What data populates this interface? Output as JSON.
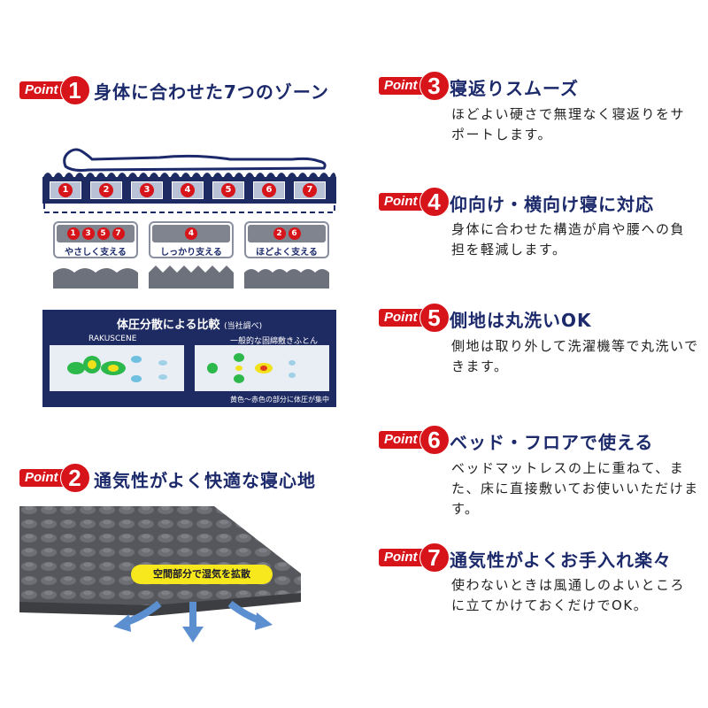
{
  "points": [
    {
      "label": "Point",
      "num": "1",
      "title": "身体に合わせた7つのゾーン",
      "desc": ""
    },
    {
      "label": "Point",
      "num": "2",
      "title": "通気性がよく快適な寝心地",
      "desc": ""
    },
    {
      "label": "Point",
      "num": "3",
      "title": "寝返りスムーズ",
      "desc": "ほどよい硬さで無理なく寝返りをサポートします。"
    },
    {
      "label": "Point",
      "num": "4",
      "title": "仰向け・横向け寝に対応",
      "desc": "身体に合わせた構造が肩や腰への負担を軽減します。"
    },
    {
      "label": "Point",
      "num": "5",
      "title": "側地は丸洗いOK",
      "desc": "側地は取り外して洗濯機等で丸洗いできます。"
    },
    {
      "label": "Point",
      "num": "6",
      "title": "ベッド・フロアで使える",
      "desc": "ベッドマットレスの上に重ねて、また、床に直接敷いてお使いいただけます。"
    },
    {
      "label": "Point",
      "num": "7",
      "title": "通気性がよくお手入れ楽々",
      "desc": "使わないときは風通しのよいところに立てかけておくだけでOK。"
    }
  ],
  "zones": [
    "1",
    "2",
    "3",
    "4",
    "5",
    "6",
    "7"
  ],
  "support": [
    {
      "nums": [
        "1",
        "3",
        "5",
        "7"
      ],
      "label": "やさしく支える"
    },
    {
      "nums": [
        "4"
      ],
      "label": "しっかり支える"
    },
    {
      "nums": [
        "2",
        "6"
      ],
      "label": "ほどよく支える"
    }
  ],
  "pressure_map": {
    "title": "体圧分散による比較",
    "title_note": "(当社調べ)",
    "left_label": "RAKUSCENE",
    "right_label": "一般的な固綿敷きふとん",
    "note": "黄色～赤色の部分に体圧が集中"
  },
  "callout": "空間部分で湿気を拡散",
  "colors": {
    "accent": "#d7141a",
    "navy": "#1c2a6b",
    "highlight": "#f7e81d"
  }
}
